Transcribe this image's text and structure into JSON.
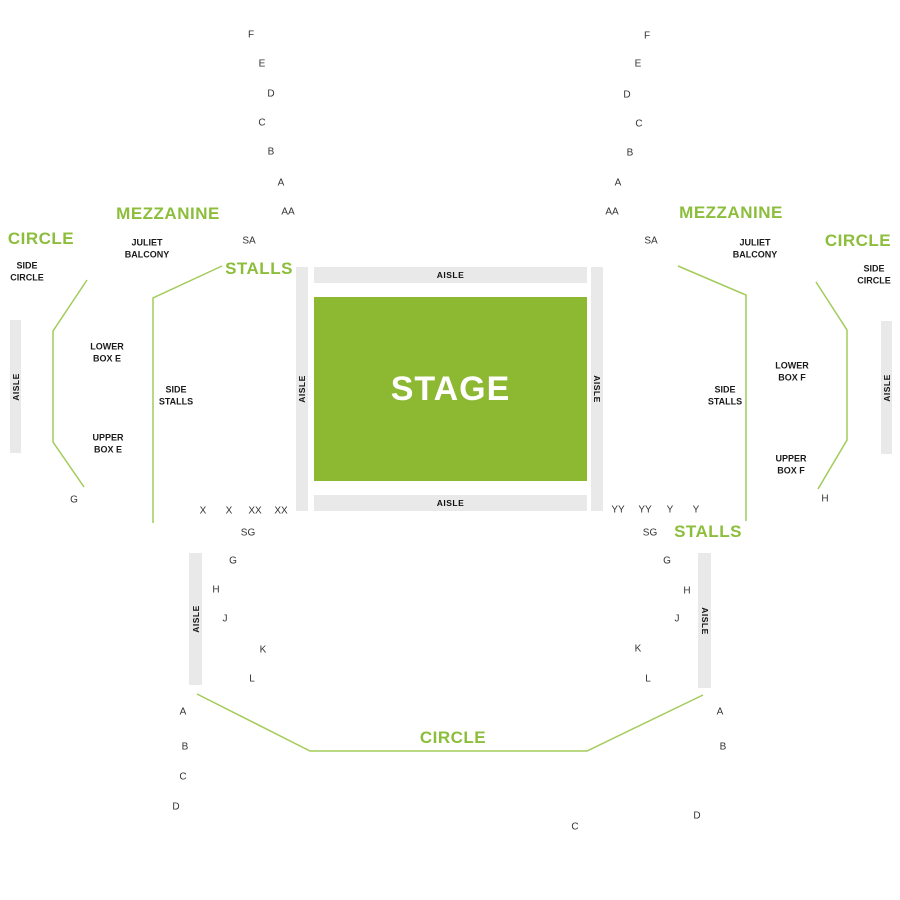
{
  "venue_map": {
    "stage_label": "STAGE",
    "aisle_label": "AISLE",
    "sections": {
      "mezzanine": "MEZZANINE",
      "circle": "CIRCLE",
      "stalls": "STALLS",
      "juliet_balcony_line1": "JULIET",
      "juliet_balcony_line2": "BALCONY",
      "side_circle_line1": "SIDE",
      "side_circle_line2": "CIRCLE",
      "side_stalls_line1": "SIDE",
      "side_stalls_line2": "STALLS",
      "lower_box_e_line1": "LOWER",
      "lower_box_e_line2": "BOX E",
      "upper_box_e_line1": "UPPER",
      "upper_box_e_line2": "BOX E",
      "lower_box_f_line1": "LOWER",
      "lower_box_f_line2": "BOX F",
      "upper_box_f_line1": "UPPER",
      "upper_box_f_line2": "BOX F"
    },
    "rows": {
      "ml": [
        "F",
        "E",
        "D",
        "C",
        "B",
        "A",
        "AA",
        "SA"
      ],
      "mr": [
        "F",
        "E",
        "D",
        "C",
        "B",
        "A",
        "AA",
        "SA"
      ],
      "sl": [
        "X",
        "X",
        "XX",
        "XX",
        "SG",
        "G",
        "H",
        "J",
        "K",
        "L"
      ],
      "sr": [
        "YY",
        "YY",
        "Y",
        "Y",
        "SG",
        "G",
        "H",
        "J",
        "K",
        "L"
      ],
      "cl": [
        "G"
      ],
      "cr": [
        "H"
      ],
      "cbl": [
        "A",
        "B",
        "C",
        "D"
      ],
      "cbr": [
        "A",
        "B",
        "D",
        "C"
      ]
    },
    "colors": {
      "stage_green": "#8cb832",
      "label_green": "#8cbe3c",
      "line_green": "#a2cb5a",
      "aisle_gray": "#e9e9e9"
    }
  }
}
